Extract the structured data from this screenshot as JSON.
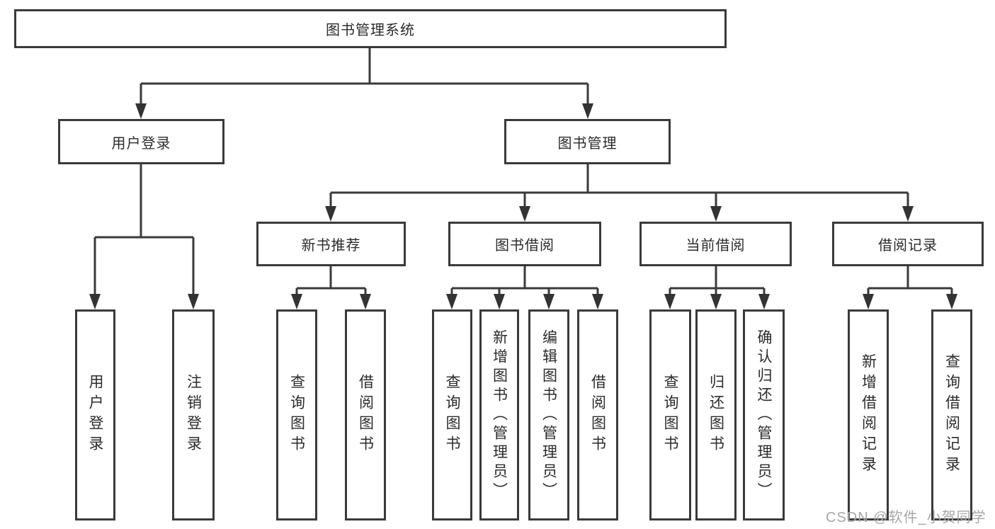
{
  "diagram": {
    "colors": {
      "line": "#3a3a3a",
      "box_border": "#3a3a3a",
      "box_background": "#ffffff",
      "text": "#2b2b2b",
      "watermark": "#a6a6a6"
    },
    "tree": {
      "label": "图书管理系统",
      "children": [
        {
          "label": "用户登录",
          "children": [
            {
              "label": "用户登录"
            },
            {
              "label": "注销登录"
            }
          ]
        },
        {
          "label": "图书管理",
          "children": [
            {
              "label": "新书推荐",
              "children": [
                {
                  "label": "查询图书"
                },
                {
                  "label": "借阅图书"
                }
              ]
            },
            {
              "label": "图书借阅",
              "children": [
                {
                  "label": "查询图书"
                },
                {
                  "label": "新增图书（管理员）"
                },
                {
                  "label": "编辑图书（管理员）"
                },
                {
                  "label": "借阅图书"
                }
              ]
            },
            {
              "label": "当前借阅",
              "children": [
                {
                  "label": "查询图书"
                },
                {
                  "label": "归还图书"
                },
                {
                  "label": "确认归还（管理员）"
                }
              ]
            },
            {
              "label": "借阅记录",
              "children": [
                {
                  "label": "新增借阅记录"
                },
                {
                  "label": "查询借阅记录"
                }
              ]
            }
          ]
        }
      ]
    },
    "watermark": {
      "text": "CSDN @软件_小贺同学"
    }
  }
}
